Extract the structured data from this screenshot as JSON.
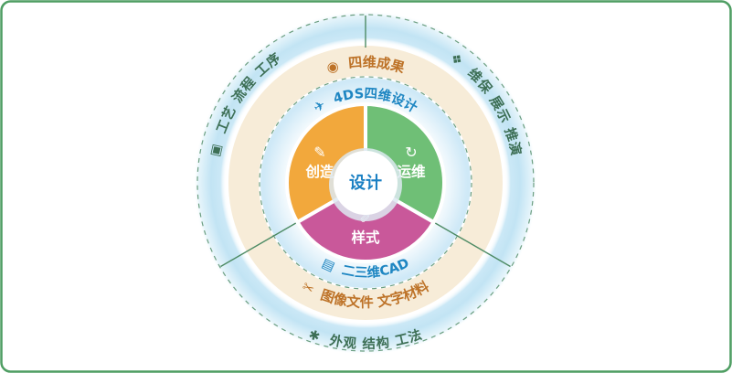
{
  "palette": {
    "border_green": "#4f9e63",
    "dash_green": "#6b9e80",
    "line_green": "#4d8b64",
    "ring_cream": "#f7ecd8",
    "ring_blue": "#c9e7f6"
  },
  "center": {
    "label": "设计",
    "color": "#1b80c3"
  },
  "wedges": [
    {
      "label": "创造",
      "color": "#f2a83c",
      "icon": {
        "name": "pencil-icon",
        "glyph": "✎"
      }
    },
    {
      "label": "运维",
      "color": "#6fbf76",
      "icon": {
        "name": "cycle-arrows-icon",
        "glyph": "↻"
      }
    },
    {
      "label": "样式",
      "color": "#c9589a",
      "icon": {
        "name": "pen-ruler-icon",
        "glyph": "✐"
      }
    }
  ],
  "rings": {
    "inner_top": {
      "text": "4DS四维设计",
      "color": "#1e86c2",
      "icon": {
        "name": "paper-plane-icon",
        "glyph": "✈"
      }
    },
    "inner_bottom": {
      "text": "二三维CAD",
      "color": "#1e86c2",
      "icon": {
        "name": "cad-window-icon",
        "glyph": "▤"
      }
    },
    "middle_top": {
      "text": "四维成果",
      "color": "#bd7227",
      "icon": {
        "name": "gear-badge-icon",
        "glyph": "◉"
      }
    },
    "middle_bottom": {
      "text": "图像文件 文字材料",
      "color": "#bd7227",
      "icon": {
        "name": "scissors-icon",
        "glyph": "✂"
      }
    },
    "outer_upper_left": {
      "text": "工艺 流程 工序",
      "color": "#3d6f55",
      "icon": {
        "name": "blueprint-icon",
        "glyph": "▣"
      }
    },
    "outer_upper_right": {
      "text": "维保 展示 推演",
      "color": "#3d6f55",
      "icon": {
        "name": "cube-icon",
        "glyph": "❖"
      }
    },
    "outer_bottom": {
      "text": "外观 结构 工法",
      "color": "#3d6f55",
      "icon": {
        "name": "tools-icon",
        "glyph": "✱"
      }
    }
  }
}
